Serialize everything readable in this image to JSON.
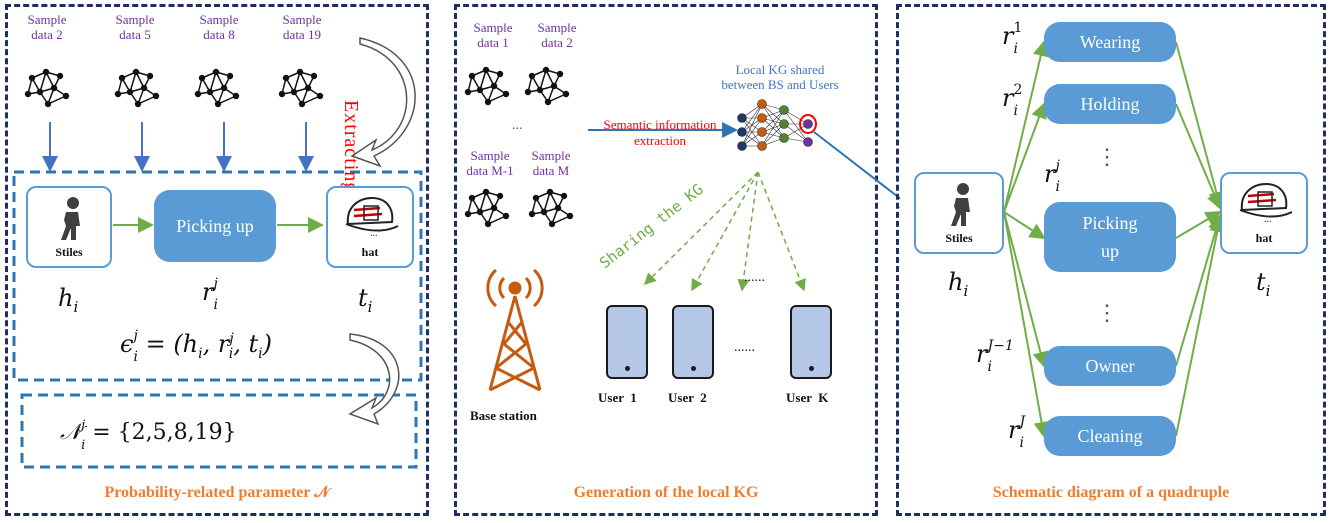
{
  "panel1": {
    "samples": [
      {
        "line1": "Sample",
        "line2": "data 2"
      },
      {
        "line1": "Sample",
        "line2": "data 5"
      },
      {
        "line1": "Sample",
        "line2": "data 8"
      },
      {
        "line1": "Sample",
        "line2": "data 19"
      }
    ],
    "extracting": "Extracting",
    "head": "Stiles",
    "relation": "Picking up",
    "tail": "hat",
    "h": "h",
    "h_sub": "i",
    "r": "r",
    "r_sub": "i",
    "r_sup": "j",
    "t": "t",
    "t_sub": "i",
    "quad_formula": "ϵ",
    "quad_rhs": "= (h",
    "quad_rhs2": ", r",
    "quad_rhs3": ", t",
    "quad_close": ")",
    "n_formula": "𝒩",
    "n_set": "= {2,5,8,19}",
    "caption": "Probability-related parameter 𝒩"
  },
  "panel2": {
    "samples": [
      {
        "line1": "Sample",
        "line2": "data 1"
      },
      {
        "line1": "Sample",
        "line2": "data 2"
      },
      {
        "line1": "Sample",
        "line2": "data M-1"
      },
      {
        "line1": "Sample",
        "line2": "data M"
      }
    ],
    "ellipsis": "...",
    "local_kg": "Local KG shared between BS and Users",
    "semantic": "Semantic information",
    "extraction": "extraction",
    "sharing": "Sharing the KG",
    "base_station": "Base station",
    "users": [
      "User  1",
      "User  2",
      "User  K"
    ],
    "dots_top": "......",
    "dots_mid": "......",
    "caption": "Generation of the local KG"
  },
  "panel3": {
    "head": "Stiles",
    "tail": "hat",
    "h": "h",
    "h_sub": "i",
    "t": "t",
    "t_sub": "i",
    "relations": [
      "Wearing",
      "Holding",
      "Picking up",
      "Owner",
      "Cleaning"
    ],
    "rel_labels": [
      {
        "sup": "1"
      },
      {
        "sup": "2"
      },
      {
        "sup": "j"
      },
      {
        "sup": "J−1"
      },
      {
        "sup": "J"
      }
    ],
    "r": "r",
    "r_sub": "i",
    "vdots": "⋮",
    "caption": "Schematic diagram of a quadruple"
  },
  "colors": {
    "accent_blue": "#5b9bd5",
    "green": "#70ad47",
    "orange": "#ed7d31",
    "purple": "#7030a0",
    "red": "#ff0000",
    "navy": "#1f2f5f"
  }
}
